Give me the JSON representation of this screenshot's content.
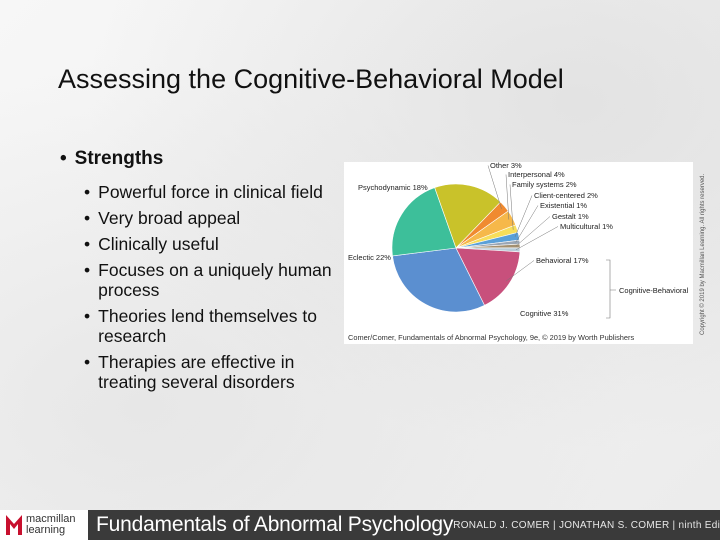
{
  "slide": {
    "title": "Assessing the Cognitive-Behavioral Model",
    "heading": "Strengths",
    "bullets": [
      "Powerful force in clinical field",
      "Very broad appeal",
      "Clinically useful",
      "Focuses on a uniquely human process",
      "Theories lend themselves to research",
      "Therapies are effective in treating several disorders"
    ]
  },
  "chart_data": {
    "type": "pie",
    "slices": [
      {
        "label": "Cognitive",
        "value": 31,
        "display": "Cognitive  31%",
        "color": "#5b8fd0"
      },
      {
        "label": "Eclectic",
        "value": 22,
        "display": "Eclectic  22%",
        "color": "#3dbf9a"
      },
      {
        "label": "Psychodynamic",
        "value": 18,
        "display": "Psychodynamic  18%",
        "color": "#c9c22a"
      },
      {
        "label": "Other",
        "value": 3,
        "display": "Other  3%",
        "color": "#f08a30"
      },
      {
        "label": "Interpersonal",
        "value": 4,
        "display": "Interpersonal  4%",
        "color": "#f6b84a"
      },
      {
        "label": "Family systems",
        "value": 2,
        "display": "Family systems  2%",
        "color": "#f7de5a"
      },
      {
        "label": "Client-centered",
        "value": 2,
        "display": "Client-centered  2%",
        "color": "#5aa0d8"
      },
      {
        "label": "Existential",
        "value": 1,
        "display": "Existential  1%",
        "color": "#9aa6b4"
      },
      {
        "label": "Gestalt",
        "value": 1,
        "display": "Gestalt  1%",
        "color": "#a39070"
      },
      {
        "label": "Multicultural",
        "value": 1,
        "display": "Multicultural  1%",
        "color": "#b8ccd8"
      },
      {
        "label": "Behavioral",
        "value": 17,
        "display": "Behavioral  17%",
        "color": "#c8507c"
      }
    ],
    "group_label": "Cognitive-Behavioral",
    "caption": "Comer/Comer, Fundamentals of Abnormal Psychology, 9e, © 2019 by Worth Publishers"
  },
  "copyright": "Copyright © 2019 by Macmillan Learning. All rights reserved.",
  "footer": {
    "logo_line1": "macmillan",
    "logo_line2": "learning",
    "book_title": "Fundamentals of Abnormal Psychology",
    "authors": "RONALD J. COMER | JONATHAN S. COMER | ninth Edition"
  }
}
